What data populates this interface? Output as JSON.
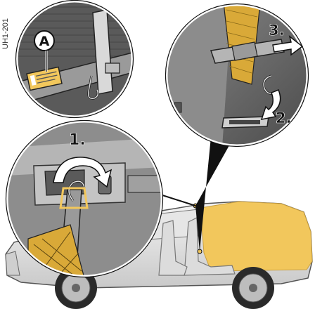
{
  "figure_code": "UH1-201",
  "callouts": {
    "a": "A",
    "step1": "1.",
    "step2": "2.",
    "step3": "3."
  },
  "colors": {
    "accent_yellow": "#f2c75c",
    "outline": "#1a1a1a",
    "panel_gray": "#6e6e6e",
    "panel_light": "#bdbdbd"
  }
}
